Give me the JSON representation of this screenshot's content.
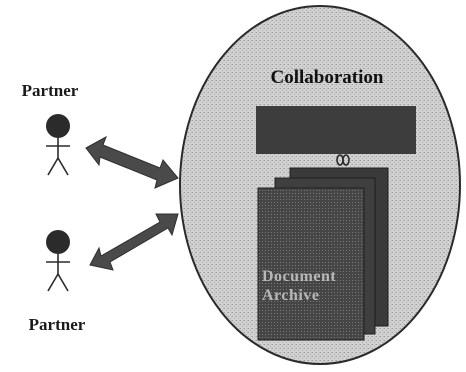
{
  "partners": [
    {
      "label": "Partner"
    },
    {
      "label": "Partner"
    }
  ],
  "collaboration": {
    "title": "Collaboration",
    "document_stack": {
      "lines": [
        "Document",
        "Archive"
      ]
    }
  },
  "colors": {
    "ellipse_fill": "#cfcfcf",
    "ellipse_stroke": "#2a2a2a",
    "dark_block": "#3a3a3a",
    "arrow": "#4a4a4a",
    "figure": "#2b2b2b"
  },
  "icons": {
    "partner_figure": "person-icon",
    "link_arrow": "double-arrow-icon",
    "connector": "link-connector-icon"
  }
}
